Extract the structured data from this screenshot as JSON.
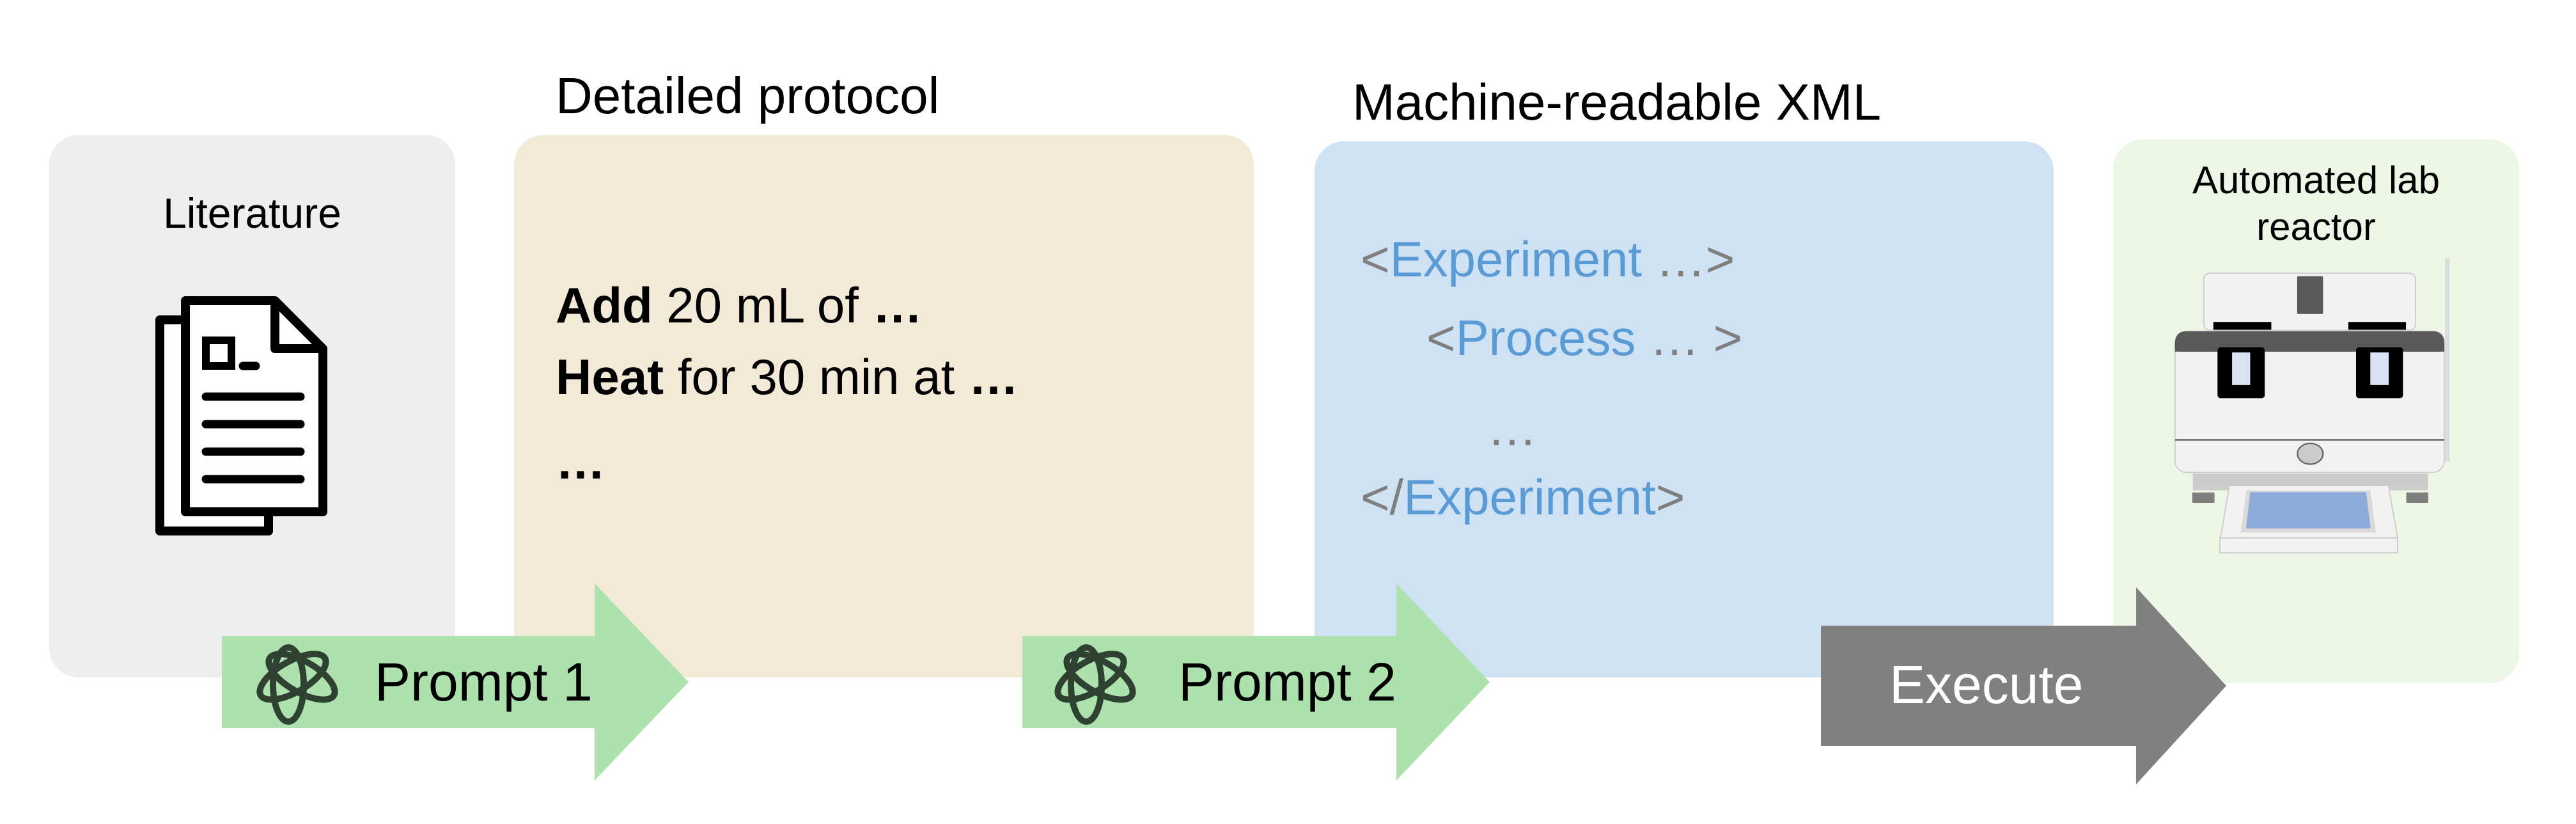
{
  "literature": {
    "label": "Literature"
  },
  "protocol": {
    "title": "Detailed protocol",
    "lines": [
      {
        "bold": "Add",
        "rest": " 20 mL of ",
        "tail": "…"
      },
      {
        "bold": "Heat",
        "rest": " for 30 min at ",
        "tail": "…"
      },
      {
        "bold": "…",
        "rest": "",
        "tail": ""
      }
    ]
  },
  "xml": {
    "title": "Machine-readable XML",
    "lines": [
      {
        "open": "<",
        "tag": "Experiment",
        "close": " …>"
      },
      {
        "open": "<",
        "tag": "Process",
        "close": " … >"
      },
      {
        "open": "…",
        "tag": "",
        "close": ""
      },
      {
        "open": "</",
        "tag": "Experiment",
        "close": ">"
      }
    ]
  },
  "reactor": {
    "label_line1": "Automated lab",
    "label_line2": "reactor"
  },
  "arrows": {
    "prompt1": "Prompt 1",
    "prompt2": "Prompt 2",
    "execute": "Execute"
  },
  "colors": {
    "literature_bg": "#eeeeee",
    "protocol_bg": "#f2ead6",
    "xml_bg": "#cfe2f3",
    "reactor_bg": "#eef6e6",
    "prompt_arrow": "#ade2ae",
    "execute_arrow": "#808080",
    "xml_tag": "#5b9bd5"
  }
}
